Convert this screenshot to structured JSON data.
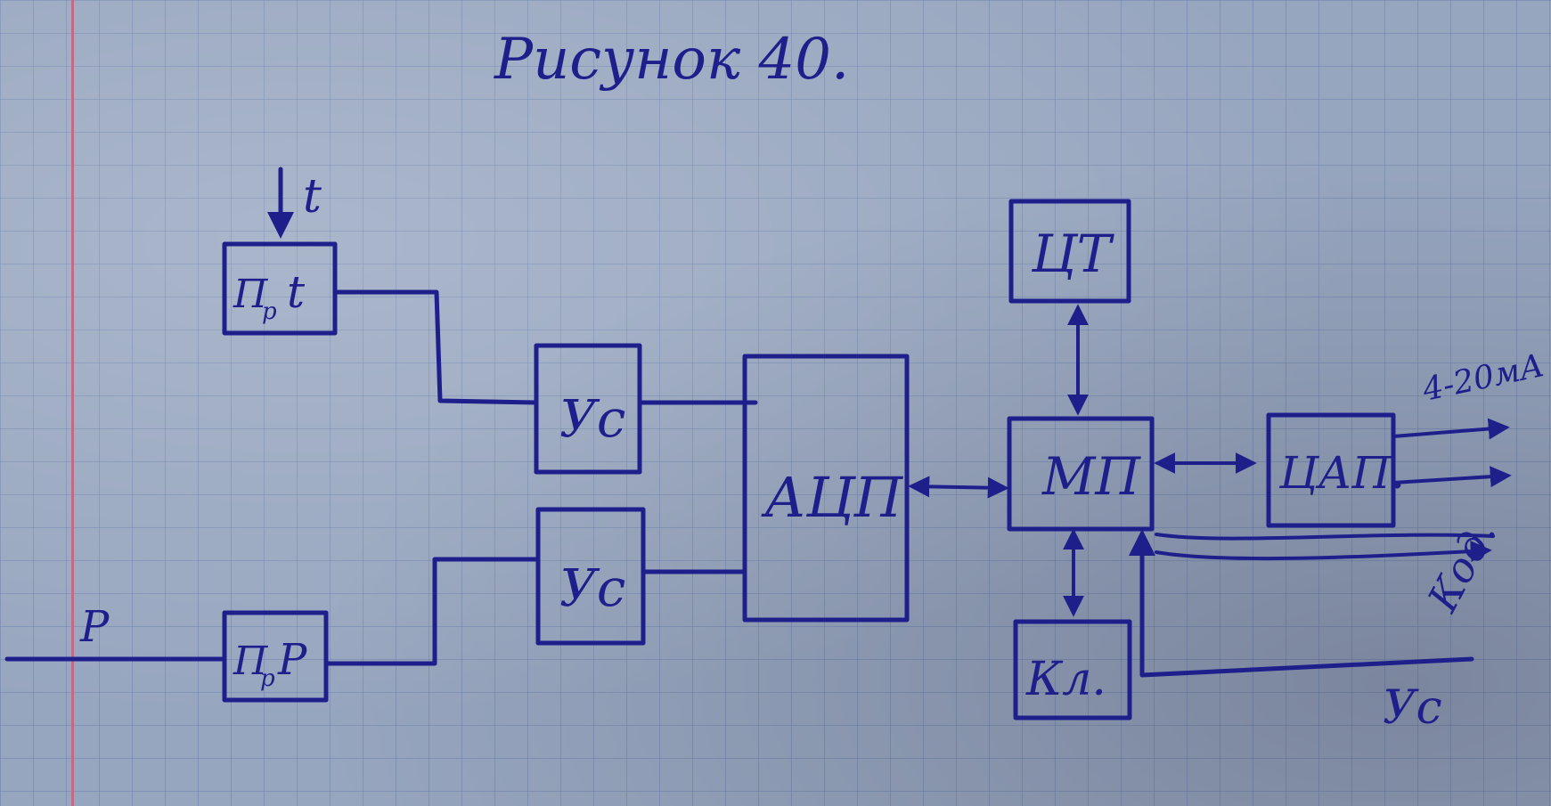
{
  "title": "Рисунок 40.",
  "blocks": {
    "pr_t": "П",
    "pr_t_sub": "р",
    "pr_t_var": "t",
    "pr_p": "П",
    "pr_p_sub": "р",
    "pr_p_var": "P",
    "us_top": "Ус",
    "us_bottom": "Ус",
    "adc": "АЦП",
    "ct": "ЦТ",
    "mp": "МП",
    "kl": "Кл.",
    "dac": "ЦАП."
  },
  "signals": {
    "temp_input": "t",
    "pressure_input": "P",
    "analog_output": "4-20мА",
    "code_output": "Код.",
    "feedback": "Ус"
  },
  "colors": {
    "ink": "#1f1f8c",
    "paper": "#97a6bf",
    "grid": "#6e82af",
    "margin": "#c26a86"
  }
}
